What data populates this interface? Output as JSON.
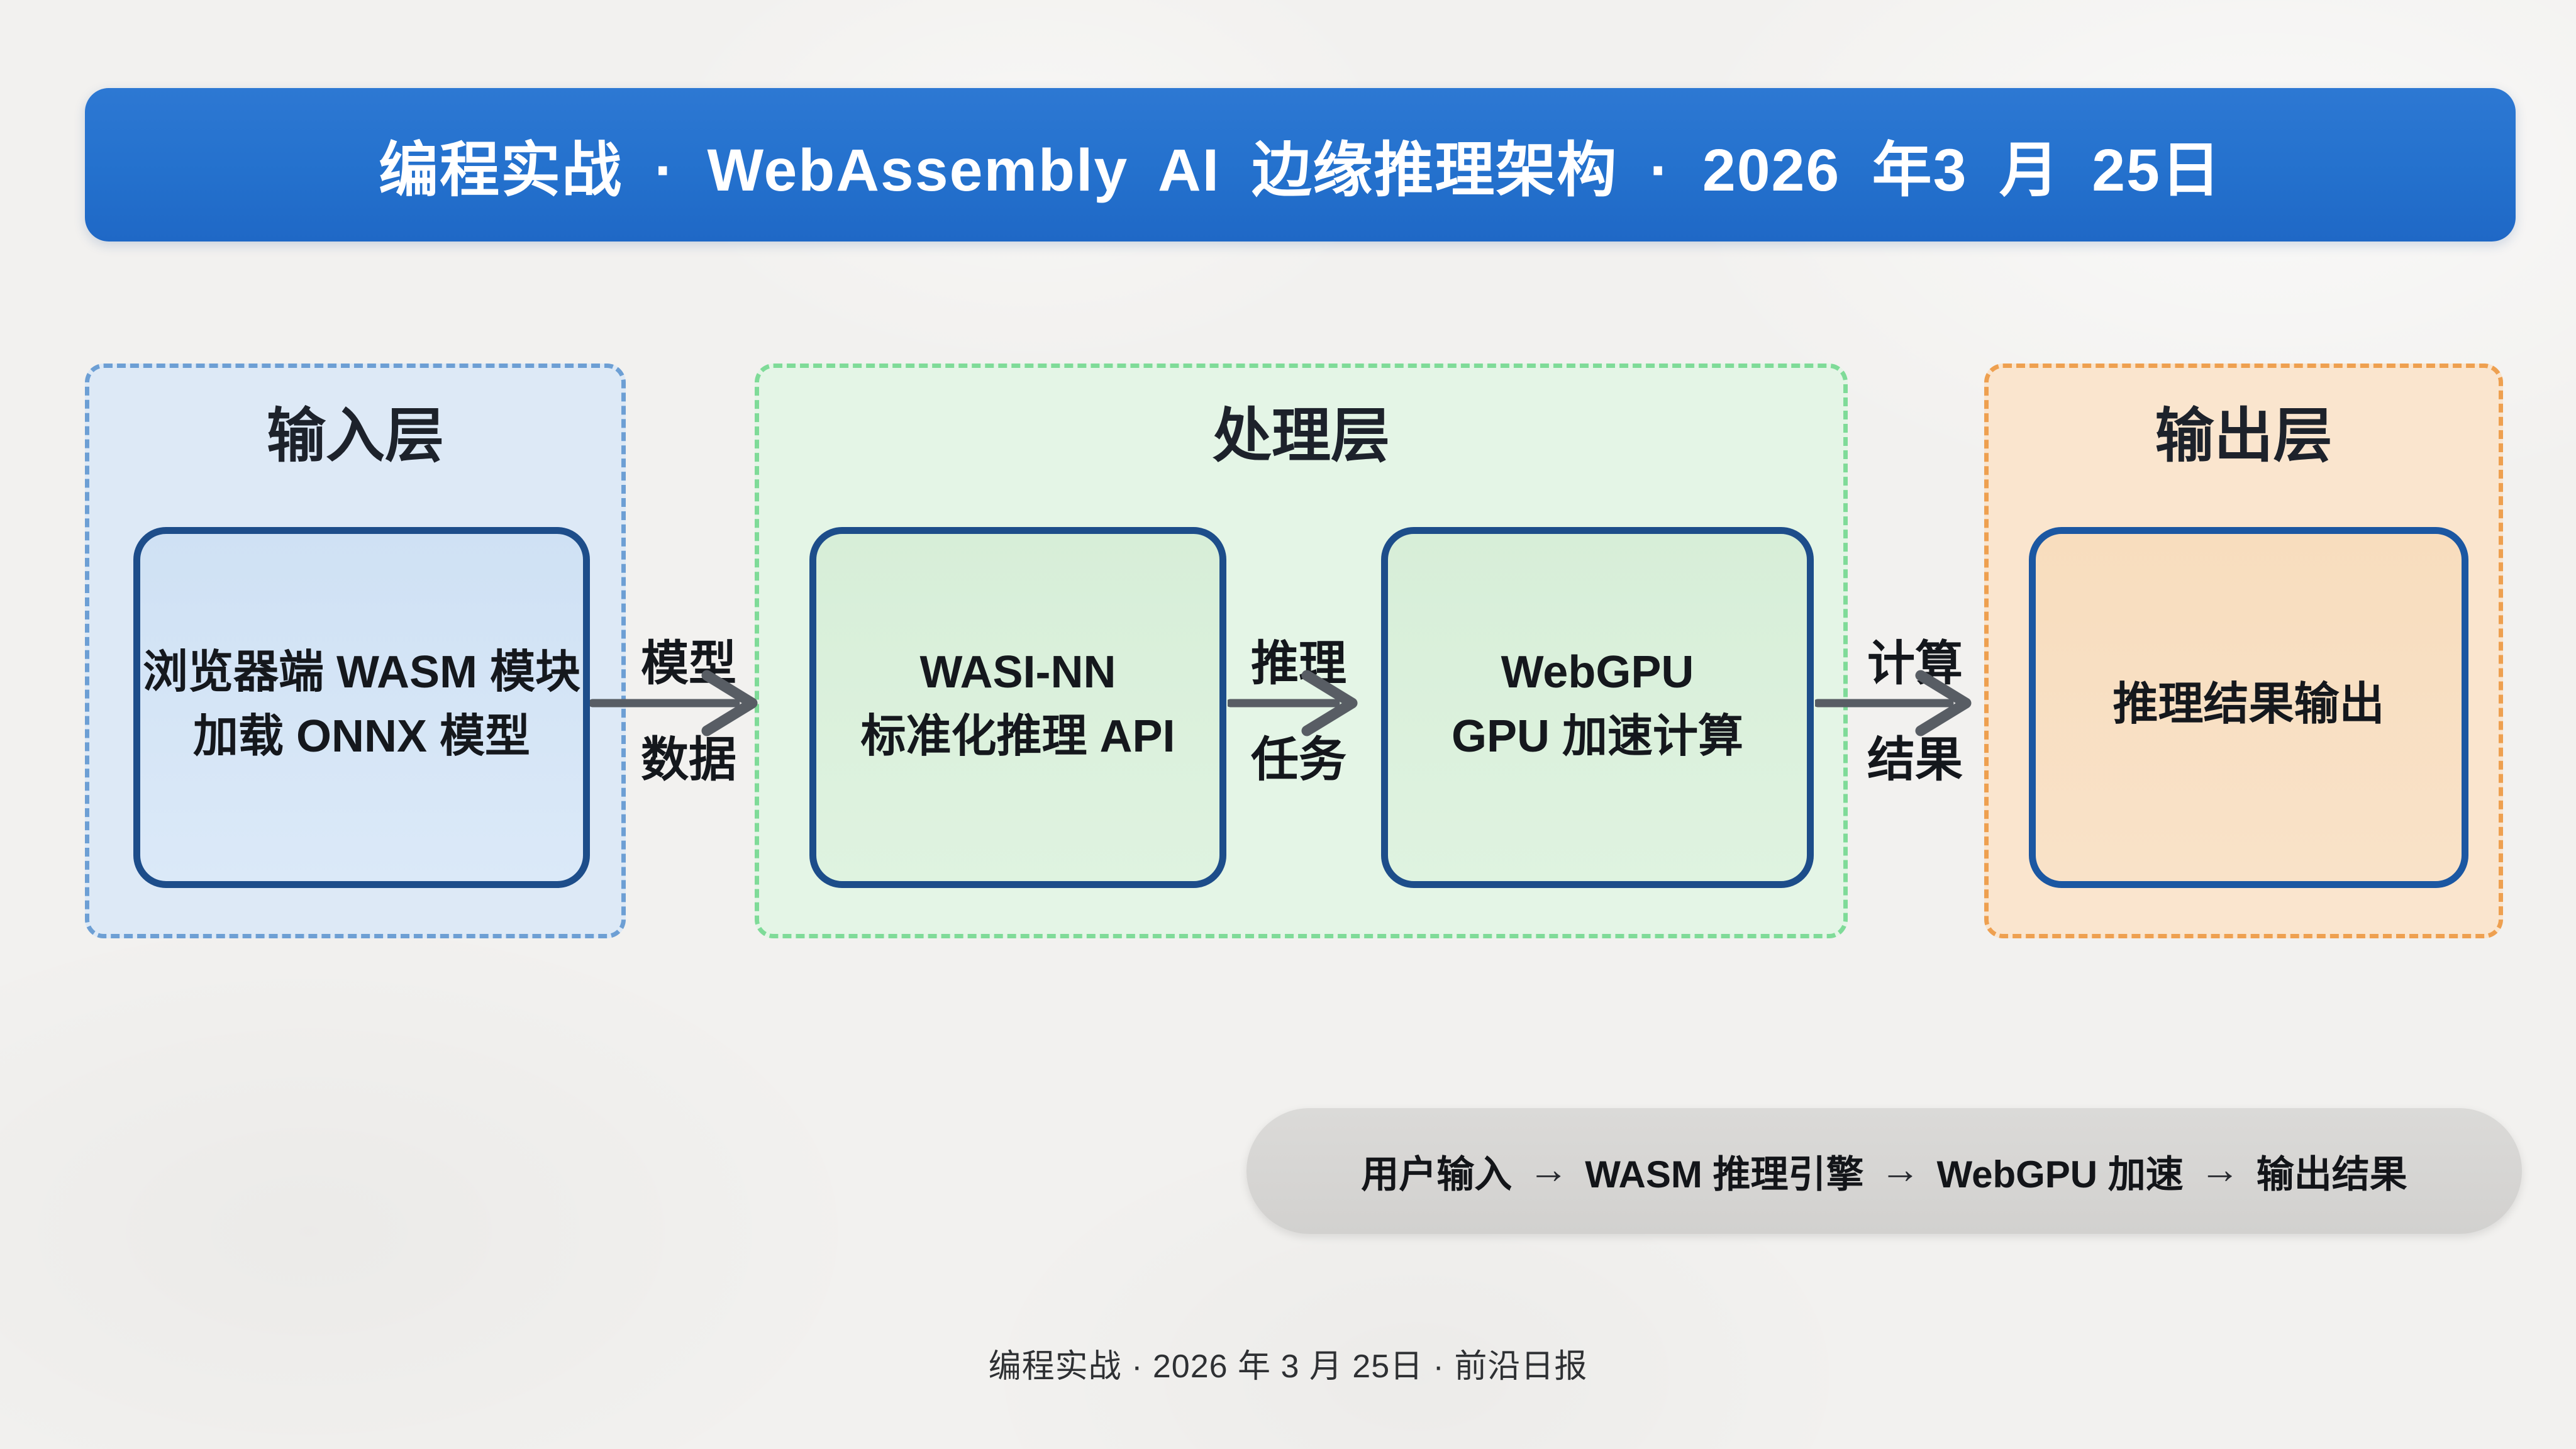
{
  "banner": {
    "title": "编程实战 · WebAssembly AI 边缘推理架构 · 2026 年3 月 25日"
  },
  "layers": {
    "input": {
      "title": "输入层"
    },
    "process": {
      "title": "处理层"
    },
    "output": {
      "title": "输出层"
    }
  },
  "nodes": {
    "browser_wasm": {
      "line1": "浏览器端 WASM 模块",
      "line2": "加载 ONNX 模型"
    },
    "wasi_nn": {
      "line1": "WASI-NN",
      "line2": "标准化推理 API"
    },
    "webgpu": {
      "line1": "WebGPU",
      "line2": "GPU 加速计算"
    },
    "result": {
      "line1": "推理结果输出"
    }
  },
  "arrows": {
    "a1": {
      "top": "模型",
      "bottom": "数据"
    },
    "a2": {
      "top": "推理",
      "bottom": "任务"
    },
    "a3": {
      "top": "计算",
      "bottom": "结果"
    }
  },
  "flow": {
    "separator": "→",
    "step1": "用户输入",
    "step2": "WASM 推理引擎",
    "step3": "WebGPU 加速",
    "step4": "输出结果"
  },
  "footer": {
    "text": "编程实战 · 2026 年 3 月 25日 · 前沿日报"
  },
  "colors": {
    "banner_bg": "#2471cd",
    "input_dash": "#6d9fd4",
    "input_fill": "#dde9f6",
    "process_dash": "#7fdb98",
    "process_fill": "#e4f5e6",
    "output_dash": "#eea050",
    "output_fill": "#fae5ce",
    "node_border": "#1d4d8a",
    "node_input_fill": "#d3e4f5",
    "node_process_fill": "#d9efda",
    "node_output_fill": "#f8dfc2",
    "arrow": "#585d64",
    "pill_bg": "#d6d5d3",
    "page_bg": "#f2f1ef"
  }
}
